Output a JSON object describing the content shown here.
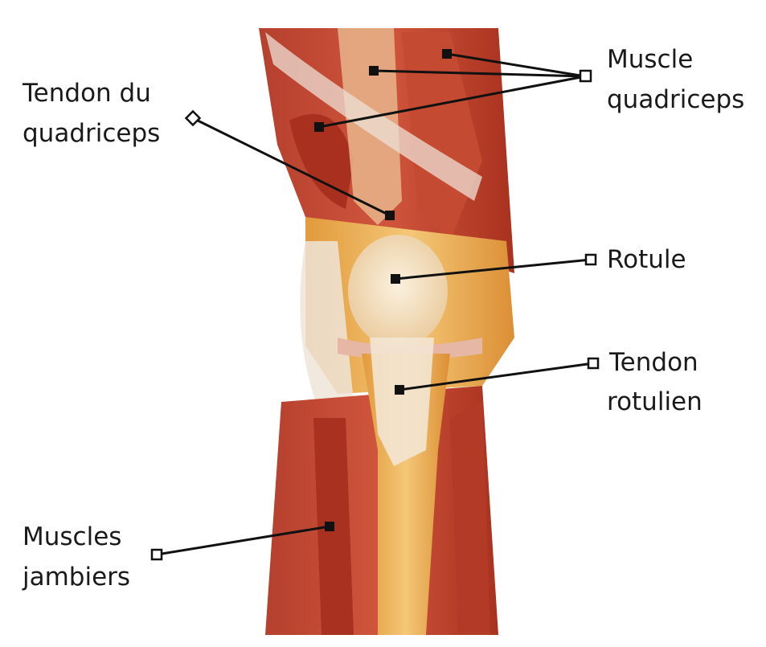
{
  "labels": {
    "quadriceps_muscle": [
      "Muscle",
      "quadriceps"
    ],
    "quadriceps_tendon": [
      "Tendon du",
      "quadriceps"
    ],
    "patella": [
      "Rotule"
    ],
    "patellar_tendon": [
      "Tendon",
      "rotulien"
    ],
    "leg_muscles": [
      "Muscles",
      "jambiers"
    ]
  },
  "colors": {
    "muscle": "#c0392b",
    "muscle_dark": "#8e2a1f",
    "bone": "#e8a54a",
    "tendon": "#f3e6d3",
    "line": "#111111"
  }
}
